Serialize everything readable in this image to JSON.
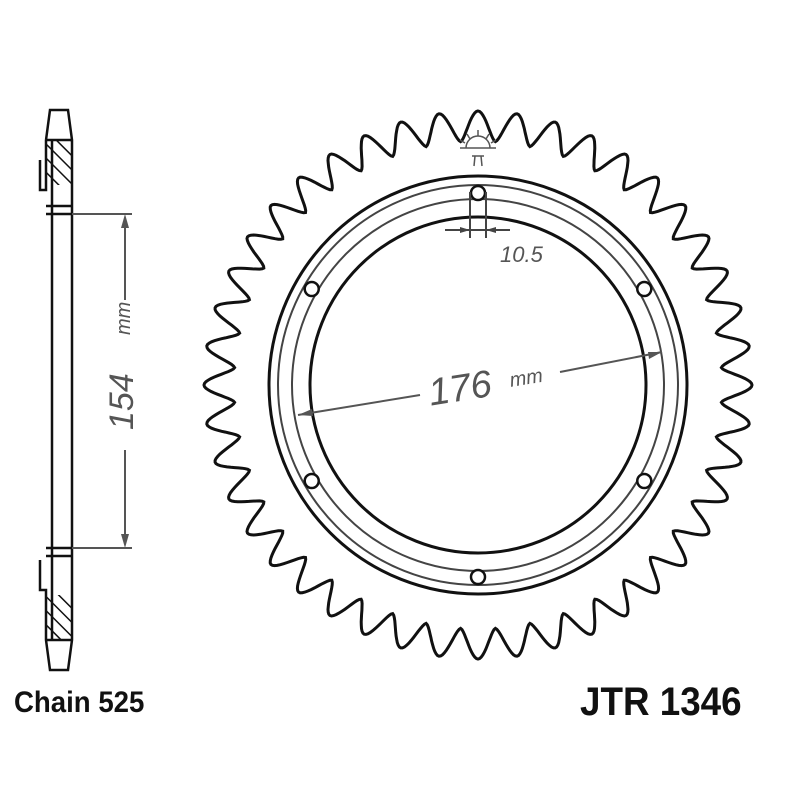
{
  "labels": {
    "chain": "Chain 525",
    "part_number": "JTR 1346"
  },
  "dimensions": {
    "bolt_circle": "154",
    "bolt_circle_unit": "mm",
    "bore": "176",
    "bore_unit": "mm",
    "hole": "10.5"
  }
}
